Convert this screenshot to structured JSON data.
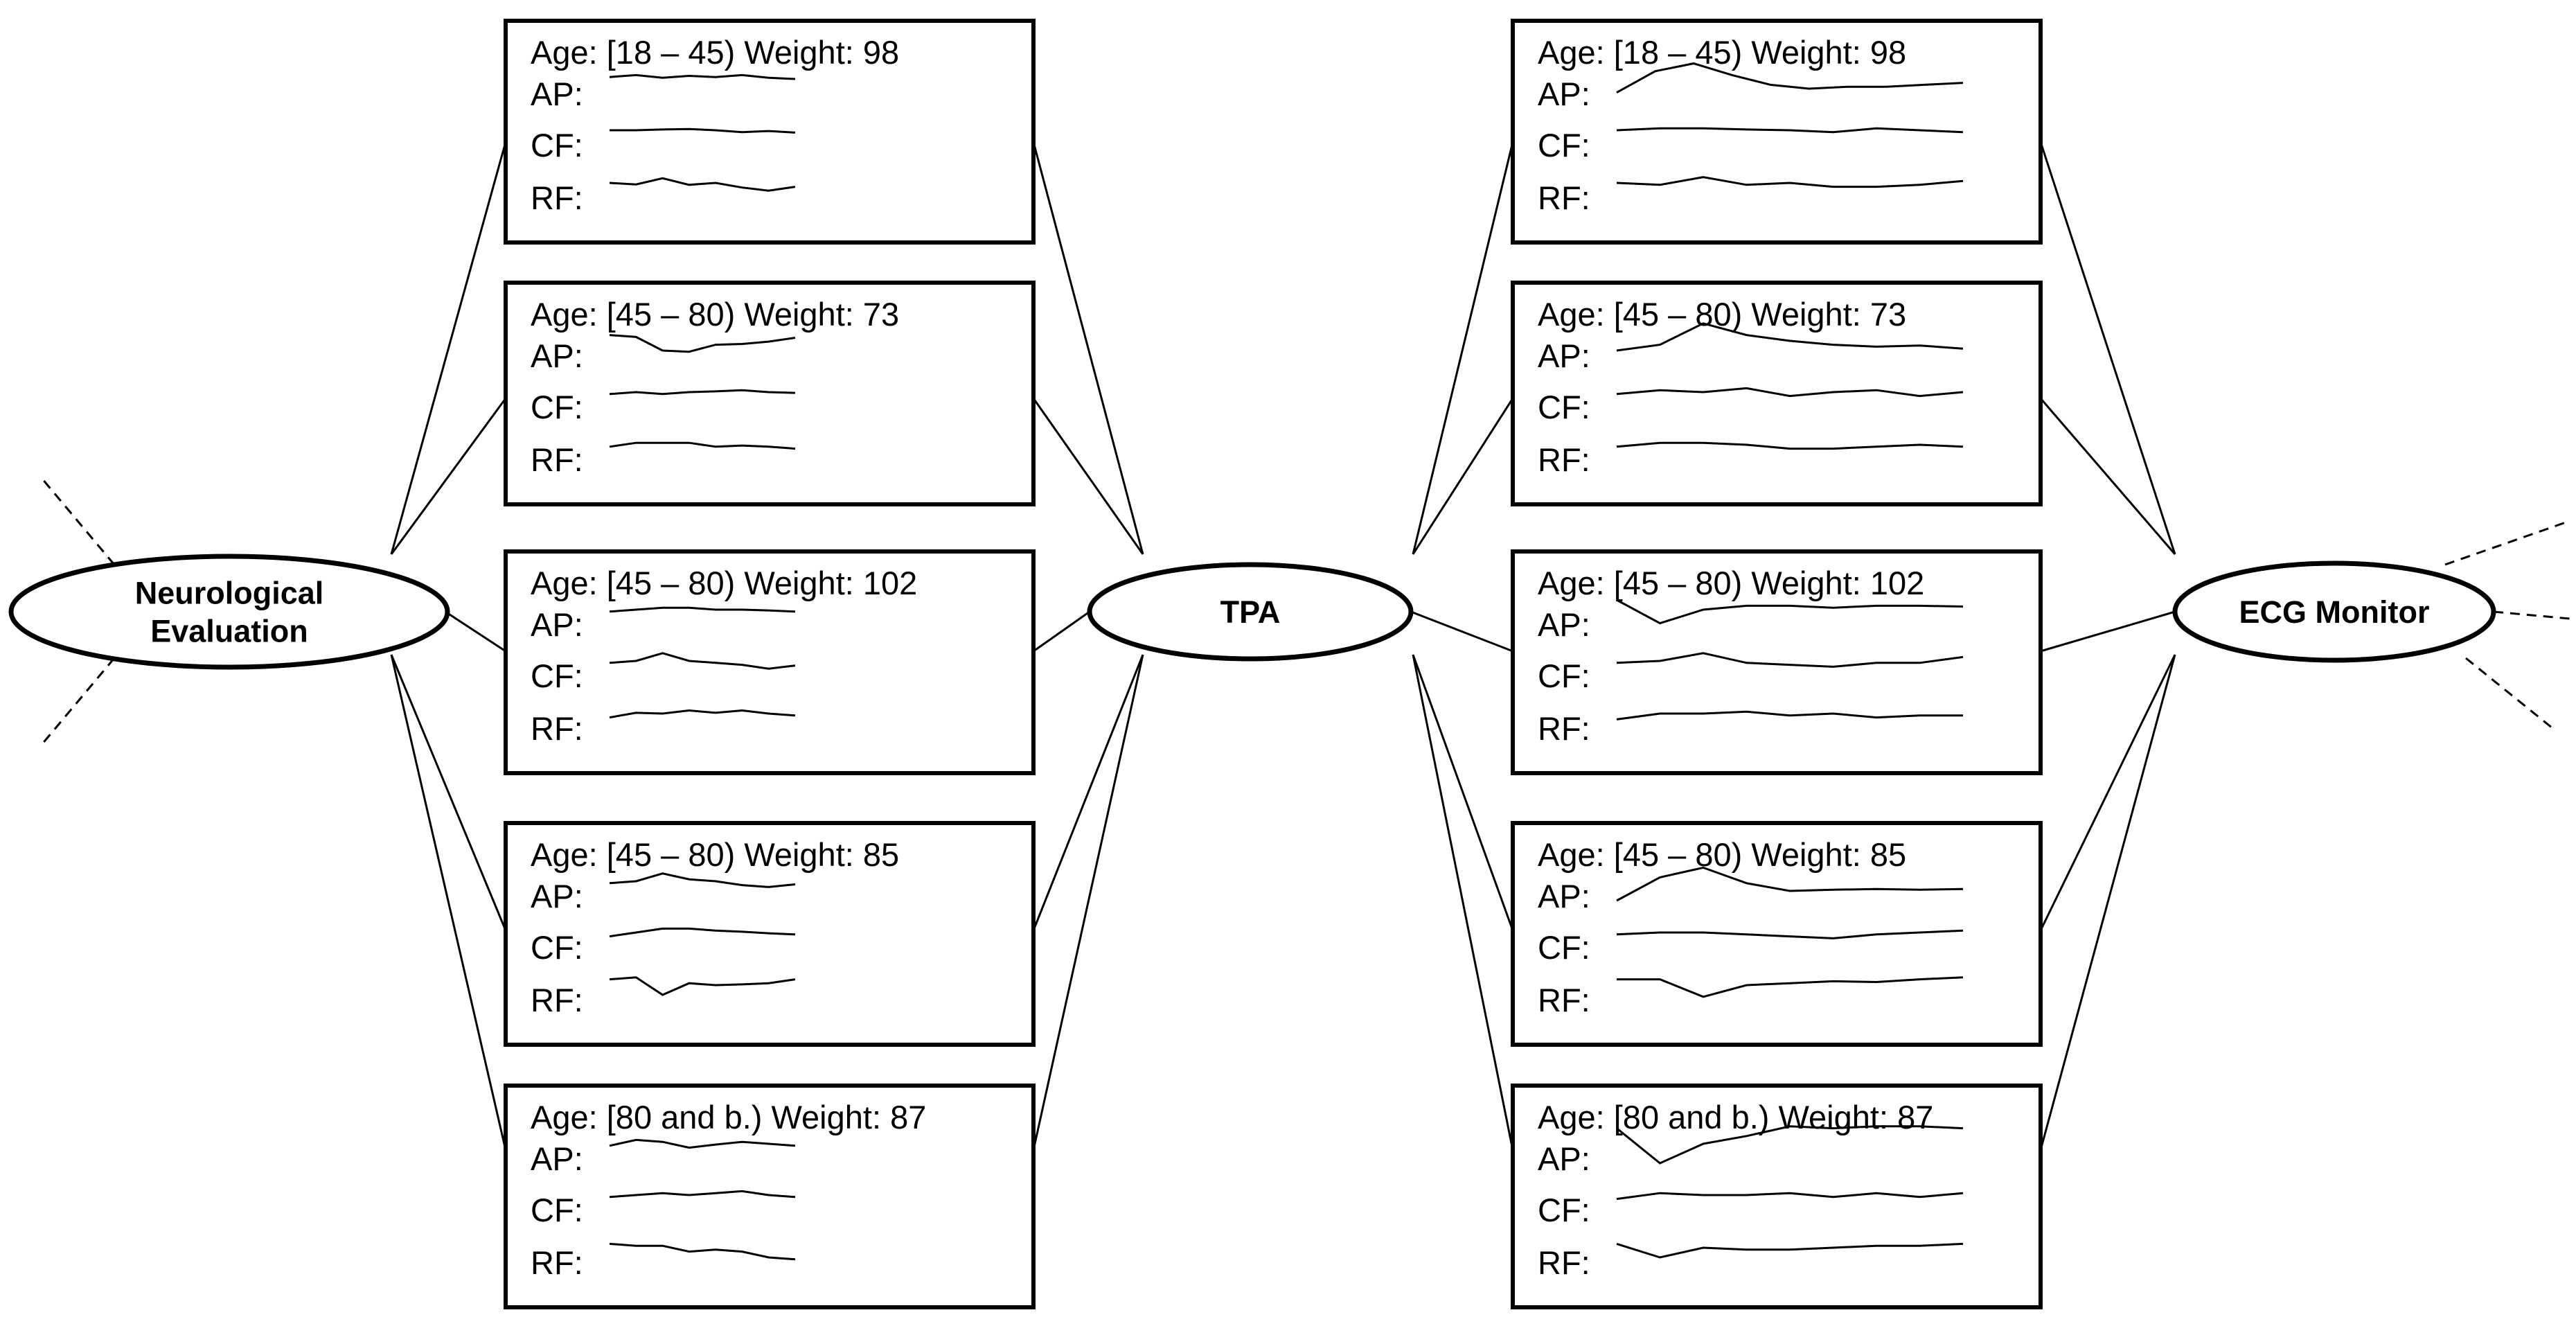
{
  "colors": {
    "stroke": "#000000",
    "background": "#ffffff"
  },
  "nodes": [
    {
      "id": "neuro",
      "lines": [
        "Neurological",
        "Evaluation"
      ]
    },
    {
      "id": "tpa",
      "lines": [
        "TPA"
      ]
    },
    {
      "id": "ecg",
      "lines": [
        "ECG Monitor"
      ]
    }
  ],
  "row_labels": {
    "ap": "AP:",
    "cf": "CF:",
    "rf": "RF:"
  },
  "columns": [
    {
      "id": "col1",
      "boxes": [
        {
          "header": "Age: [18 – 45) Weight: 98",
          "ap": [
            0.45,
            0.4,
            0.47,
            0.42,
            0.45,
            0.4,
            0.47,
            0.5
          ],
          "cf": [
            0.5,
            0.5,
            0.48,
            0.47,
            0.5,
            0.55,
            0.52,
            0.56
          ],
          "rf": [
            0.5,
            0.54,
            0.38,
            0.55,
            0.5,
            0.62,
            0.7,
            0.6
          ]
        },
        {
          "header": "Age: [45 – 80) Weight: 73",
          "ap": [
            0.35,
            0.4,
            0.75,
            0.78,
            0.6,
            0.58,
            0.52,
            0.42
          ],
          "cf": [
            0.55,
            0.5,
            0.55,
            0.5,
            0.48,
            0.45,
            0.5,
            0.52
          ],
          "rf": [
            0.55,
            0.45,
            0.45,
            0.45,
            0.55,
            0.52,
            0.55,
            0.6
          ]
        },
        {
          "header": "Age: [45 – 80) Weight: 102",
          "ap": [
            0.55,
            0.5,
            0.45,
            0.45,
            0.5,
            0.5,
            0.52,
            0.55
          ],
          "cf": [
            0.55,
            0.5,
            0.3,
            0.5,
            0.55,
            0.6,
            0.7,
            0.62
          ],
          "rf": [
            0.6,
            0.48,
            0.5,
            0.42,
            0.48,
            0.42,
            0.5,
            0.55
          ]
        },
        {
          "header": "Age: [45 – 80) Weight: 85",
          "ap": [
            0.55,
            0.5,
            0.3,
            0.45,
            0.5,
            0.6,
            0.65,
            0.58
          ],
          "cf": [
            0.6,
            0.5,
            0.4,
            0.4,
            0.45,
            0.48,
            0.52,
            0.55
          ],
          "rf": [
            0.35,
            0.3,
            0.75,
            0.45,
            0.5,
            0.48,
            0.45,
            0.35
          ]
        },
        {
          "header": "Age: [80 and b.) Weight: 87",
          "ap": [
            0.55,
            0.4,
            0.45,
            0.6,
            0.52,
            0.45,
            0.5,
            0.55
          ],
          "cf": [
            0.55,
            0.5,
            0.45,
            0.5,
            0.45,
            0.4,
            0.5,
            0.55
          ],
          "rf": [
            0.4,
            0.45,
            0.45,
            0.6,
            0.55,
            0.6,
            0.75,
            0.8
          ]
        }
      ]
    },
    {
      "id": "col2",
      "boxes": [
        {
          "header": "Age: [18 – 45) Weight: 98",
          "ap": [
            0.85,
            0.3,
            0.1,
            0.4,
            0.65,
            0.75,
            0.7,
            0.7,
            0.65,
            0.6
          ],
          "cf": [
            0.5,
            0.45,
            0.45,
            0.48,
            0.5,
            0.55,
            0.45,
            0.5,
            0.55
          ],
          "rf": [
            0.5,
            0.55,
            0.35,
            0.55,
            0.5,
            0.6,
            0.6,
            0.55,
            0.45
          ]
        },
        {
          "header": "Age: [45 – 80) Weight: 73",
          "ap": [
            0.75,
            0.6,
            0.05,
            0.35,
            0.5,
            0.6,
            0.65,
            0.62,
            0.7
          ],
          "cf": [
            0.55,
            0.45,
            0.5,
            0.4,
            0.6,
            0.5,
            0.45,
            0.6,
            0.5
          ],
          "rf": [
            0.55,
            0.45,
            0.45,
            0.5,
            0.6,
            0.6,
            0.55,
            0.5,
            0.55
          ]
        },
        {
          "header": "Age: [45 – 80) Weight: 102",
          "ap": [
            0.25,
            0.85,
            0.5,
            0.4,
            0.4,
            0.45,
            0.4,
            0.4,
            0.42
          ],
          "cf": [
            0.55,
            0.5,
            0.3,
            0.55,
            0.6,
            0.65,
            0.55,
            0.55,
            0.4
          ],
          "rf": [
            0.65,
            0.5,
            0.5,
            0.45,
            0.55,
            0.5,
            0.6,
            0.55,
            0.55
          ]
        },
        {
          "header": "Age: [45 – 80) Weight: 85",
          "ap": [
            1.0,
            0.4,
            0.15,
            0.55,
            0.75,
            0.72,
            0.7,
            0.72,
            0.7
          ],
          "cf": [
            0.55,
            0.5,
            0.5,
            0.55,
            0.6,
            0.65,
            0.55,
            0.5,
            0.45
          ],
          "rf": [
            0.35,
            0.35,
            0.8,
            0.5,
            0.45,
            0.4,
            0.42,
            0.35,
            0.3
          ]
        },
        {
          "header": "Age: [80 and b.) Weight: 87",
          "ap": [
            0.1,
            1.0,
            0.5,
            0.3,
            0.05,
            0.1,
            0.05,
            0.05,
            0.1
          ],
          "cf": [
            0.6,
            0.45,
            0.5,
            0.5,
            0.45,
            0.55,
            0.45,
            0.55,
            0.45
          ],
          "rf": [
            0.4,
            0.75,
            0.5,
            0.55,
            0.55,
            0.5,
            0.45,
            0.45,
            0.4
          ]
        }
      ]
    }
  ]
}
